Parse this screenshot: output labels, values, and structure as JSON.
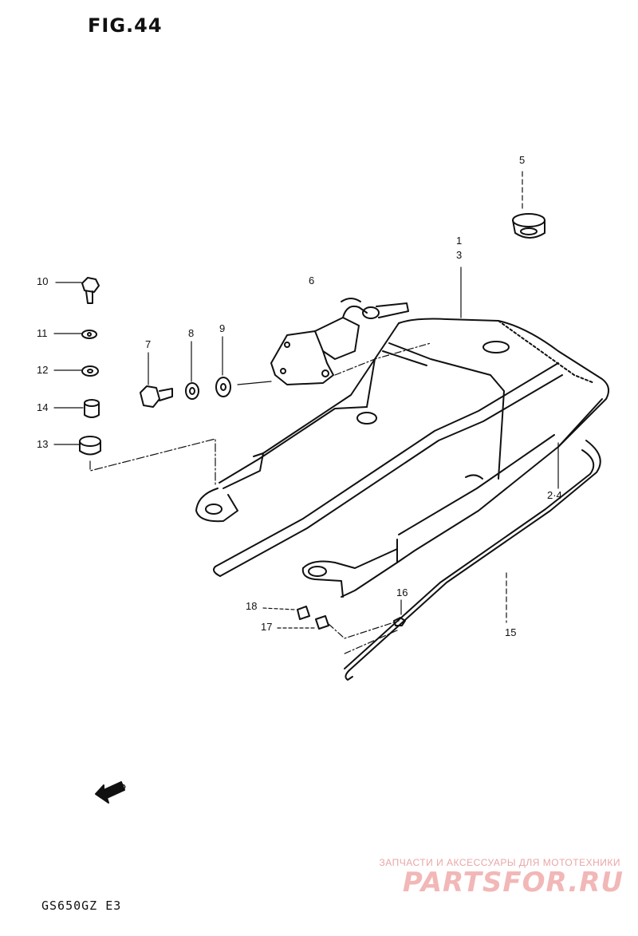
{
  "figure": {
    "title": "FIG.44"
  },
  "callouts": [
    {
      "id": "1",
      "label": "1"
    },
    {
      "id": "3",
      "label": "3"
    },
    {
      "id": "2-4",
      "label": "2·4"
    },
    {
      "id": "5",
      "label": "5"
    },
    {
      "id": "6",
      "label": "6"
    },
    {
      "id": "7",
      "label": "7"
    },
    {
      "id": "8",
      "label": "8"
    },
    {
      "id": "9",
      "label": "9"
    },
    {
      "id": "10",
      "label": "10"
    },
    {
      "id": "11",
      "label": "11"
    },
    {
      "id": "12",
      "label": "12"
    },
    {
      "id": "13",
      "label": "13"
    },
    {
      "id": "14",
      "label": "14"
    },
    {
      "id": "15",
      "label": "15"
    },
    {
      "id": "16",
      "label": "16"
    },
    {
      "id": "17",
      "label": "17"
    },
    {
      "id": "18",
      "label": "18"
    }
  ],
  "direction_arrow": {
    "label": "FWD",
    "icon": "fwd-arrow-icon"
  },
  "model_code": "GS650GZ E3",
  "watermark": {
    "caption": "ЗАПЧАСТИ И АКСЕССУАРЫ ДЛЯ МОТОТЕХНИКИ",
    "logo": "PARTSFOR.RU",
    "color": "#f2b7b7"
  }
}
